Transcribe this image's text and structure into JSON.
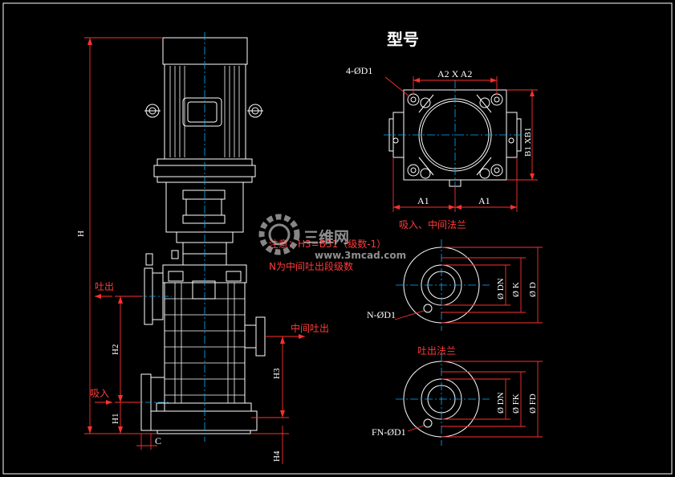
{
  "title": "型号",
  "pump": {
    "outlet_label": "吐出",
    "inlet_label": "吸入",
    "mid_outlet_label": "中间吐出",
    "dim_H": "H",
    "dim_H1": "H1",
    "dim_H2": "H2",
    "dim_H3": "H3",
    "dim_H4": "H4",
    "dim_C": "C",
    "note_line1": "注意：H3=B31（级数-1）",
    "note_line2": "N为中间吐出段级数"
  },
  "base_view": {
    "holes_label": "4-ØD1",
    "dim_A2xA2": "A2 X A2",
    "dim_B1xB1": "B1 XB1",
    "dim_A1_left": "A1",
    "dim_A1_right": "A1"
  },
  "suction_flange": {
    "caption": "吸入、中间法兰",
    "holes_label": "N-ØD1",
    "dim_DN": "Ø DN",
    "dim_K": "Ø K",
    "dim_D": "Ø D"
  },
  "discharge_flange": {
    "caption": "吐出法兰",
    "holes_label": "FN-ØD1",
    "dim_DN": "Ø DN",
    "dim_FK": "Ø FK",
    "dim_FD": "Ø FD"
  },
  "watermark": {
    "brand": "三维网",
    "url": "www.3mcad.com"
  },
  "colors": {
    "line": "#ffffff",
    "center": "#00b3ff",
    "dim": "#ff3030",
    "dim_bright": "#ff5555",
    "text_red": "#ff3b3b",
    "frame": "#ffffff"
  }
}
